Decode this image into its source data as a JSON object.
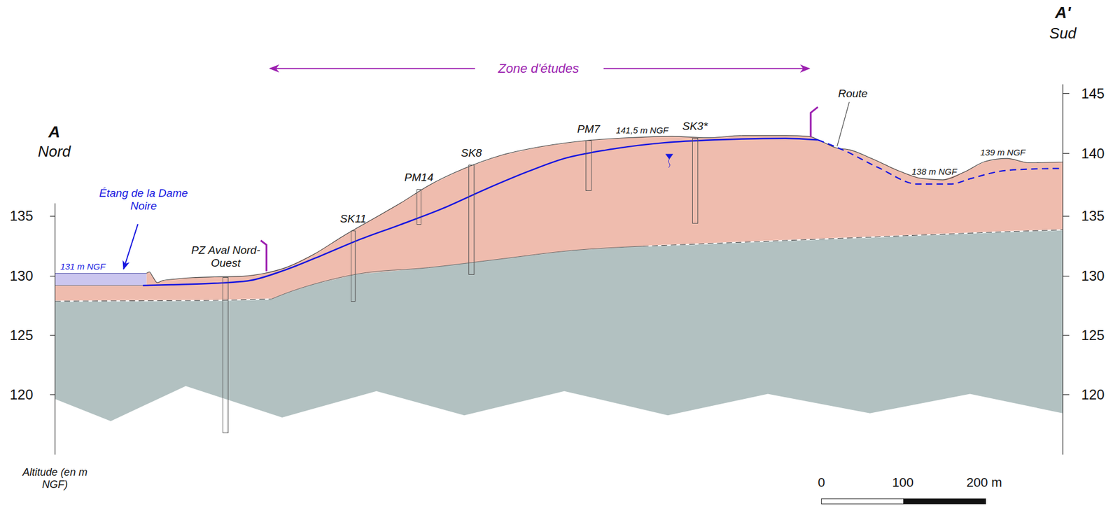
{
  "diagram": {
    "nodes": [
      {
        "text": [
          "PZ Aval Nord-Ouest"
        ]
      },
      {
        "text": [
          "SK11"
        ]
      },
      {
        "text": [
          "PM14"
        ]
      },
      {
        "text": [
          "SK8"
        ]
      },
      {
        "text": [
          "PM7"
        ]
      },
      {
        "text": [
          "SK3*"
        ]
      }
    ],
    "labels": [
      "A",
      "Nord",
      "A'",
      "Sud",
      "Zone d'études",
      "Route",
      "Étang de la Dame Noire",
      "131 m NGF",
      "141,5 m NGF",
      "138 m NGF",
      "139 m NGF",
      "135",
      "130",
      "125",
      "120",
      "145",
      "140",
      "135",
      "130",
      "125",
      "120",
      "Altitude (en m NGF)",
      "0",
      "100",
      "200 m"
    ]
  }
}
